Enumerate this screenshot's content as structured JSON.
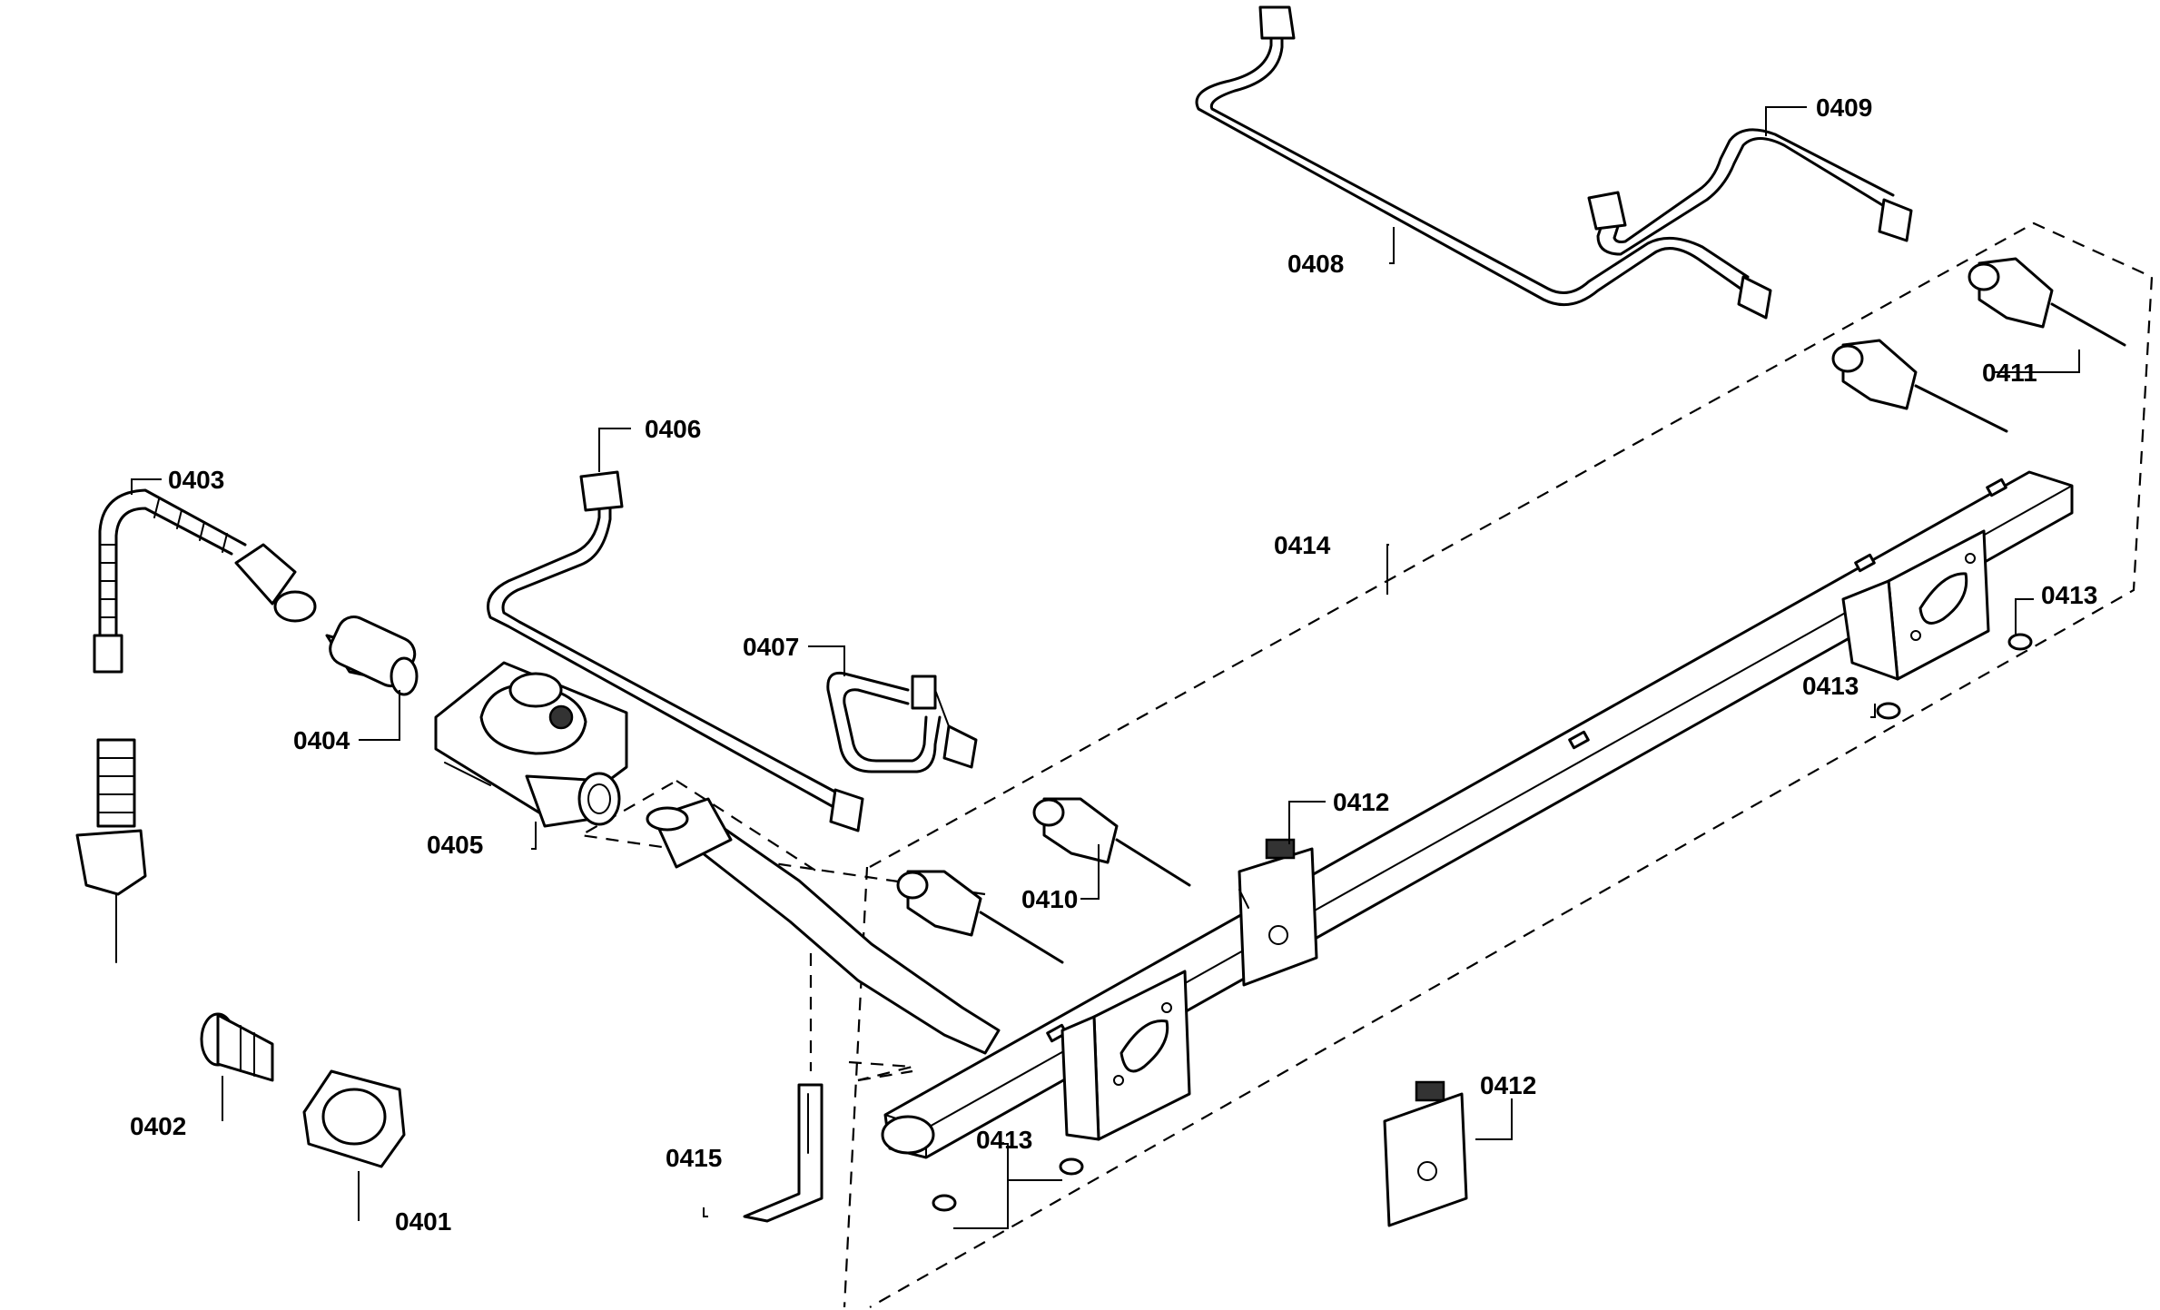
{
  "colors": {
    "ink": "#000000",
    "paper": "#ffffff"
  },
  "labels": {
    "p0401": "0401",
    "p0402": "0402",
    "p0403": "0403",
    "p0404": "0404",
    "p0405": "0405",
    "p0406": "0406",
    "p0407": "0407",
    "p0408": "0408",
    "p0409": "0409",
    "p0410": "0410",
    "p0411": "0411",
    "p0412a": "0412",
    "p0412b": "0412",
    "p0413a": "0413",
    "p0413b": "0413",
    "p0413c": "0413",
    "p0414": "0414",
    "p0415": "0415"
  }
}
